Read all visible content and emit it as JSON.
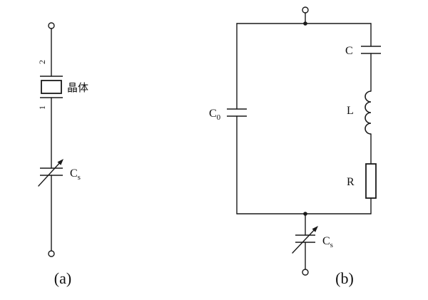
{
  "colors": {
    "line": "#1a1a1a",
    "background": "#ffffff"
  },
  "part_a": {
    "caption": "(a)",
    "pin_top": "2",
    "pin_bottom": "1",
    "crystal_label": "晶体",
    "cs_main": "C",
    "cs_sub": "s"
  },
  "part_b": {
    "caption": "(b)",
    "c0_main": "C",
    "c0_sub": "0",
    "c_label": "C",
    "l_label": "L",
    "r_label": "R",
    "cs_main": "C",
    "cs_sub": "s"
  }
}
